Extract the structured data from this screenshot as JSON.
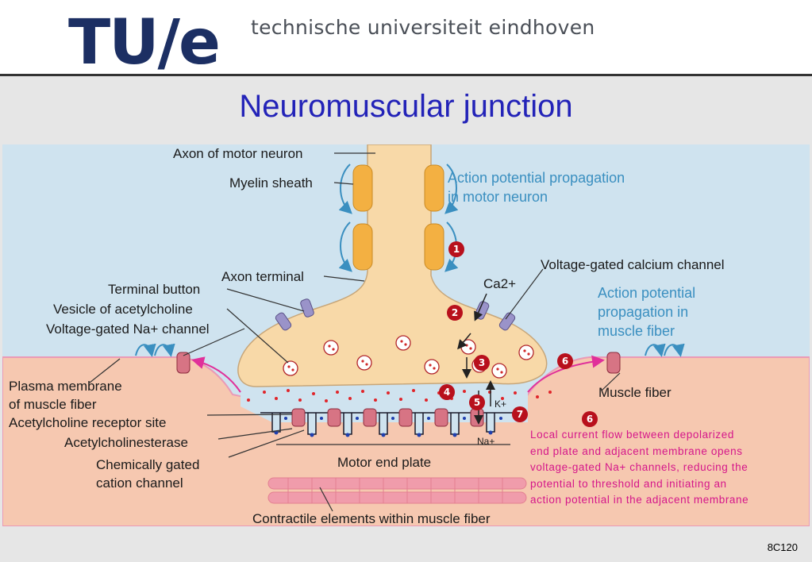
{
  "header": {
    "logo_text": "TU/e",
    "university_name": "technische universiteit eindhoven"
  },
  "slide": {
    "title": "Neuromuscular junction",
    "footer_code": "8C120"
  },
  "diagram": {
    "labels": {
      "axon_motor_neuron": "Axon of motor neuron",
      "myelin_sheath": "Myelin sheath",
      "axon_terminal": "Axon terminal",
      "terminal_button": "Terminal button",
      "vesicle": "Vesicle of acetylcholine",
      "na_channel": "Voltage-gated Na+ channel",
      "plasma_membrane_1": "Plasma membrane",
      "plasma_membrane_2": "of muscle fiber",
      "ach_receptor": "Acetylcholine receptor site",
      "acetylcholinesterase": "Acetylcholinesterase",
      "chem_gated_1": "Chemically gated",
      "chem_gated_2": "cation channel",
      "motor_end_plate": "Motor end plate",
      "contractile": "Contractile elements within muscle fiber",
      "ca_channel": "Voltage-gated calcium channel",
      "ca_ion": "Ca2+",
      "k_ion": "K+",
      "na_ion": "Na+",
      "muscle_fiber": "Muscle fiber"
    },
    "blue_text": {
      "ap_neuron_1": "Action potential propagation",
      "ap_neuron_2": "in motor neuron",
      "ap_muscle_1": "Action potential",
      "ap_muscle_2": "propagation in",
      "ap_muscle_3": "muscle fiber"
    },
    "pink_text": [
      "Local current flow between depolarized",
      "end plate and adjacent membrane opens",
      "voltage-gated Na+ channels, reducing the",
      "potential to threshold and initiating an",
      "action potential in the adjacent membrane"
    ],
    "step_numbers": [
      "1",
      "2",
      "3",
      "4",
      "5",
      "6",
      "6",
      "7"
    ],
    "colors": {
      "extracellular": "#cfe3ef",
      "muscle": "#f6c8b0",
      "neuron": "#f8d9a8",
      "myelin": "#f3b042",
      "step_badge": "#b8101c",
      "title": "#2323b8",
      "logo": "#1c2f63"
    }
  }
}
